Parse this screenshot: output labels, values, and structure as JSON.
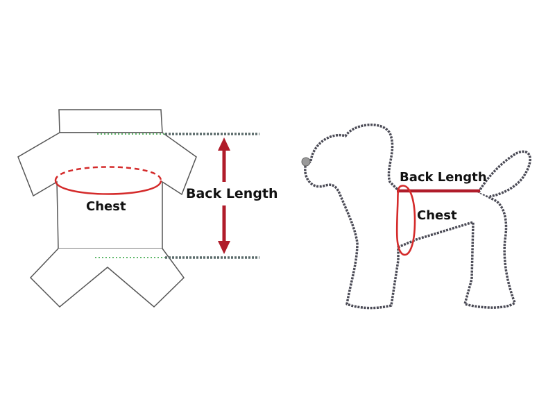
{
  "garment": {
    "chest_label": "Chest",
    "back_length_label": "Back Length"
  },
  "dog": {
    "back_length_label": "Back Length",
    "chest_label": "Chest"
  },
  "colors": {
    "outline": "#555555",
    "measure_red": "#d42a2a",
    "arrow_red": "#b01c2a",
    "guide_green": "#5fb86a",
    "guide_gray": "#5a6a6a",
    "dog_bead": "#4a4a55",
    "nose": "#9a9a9a"
  }
}
